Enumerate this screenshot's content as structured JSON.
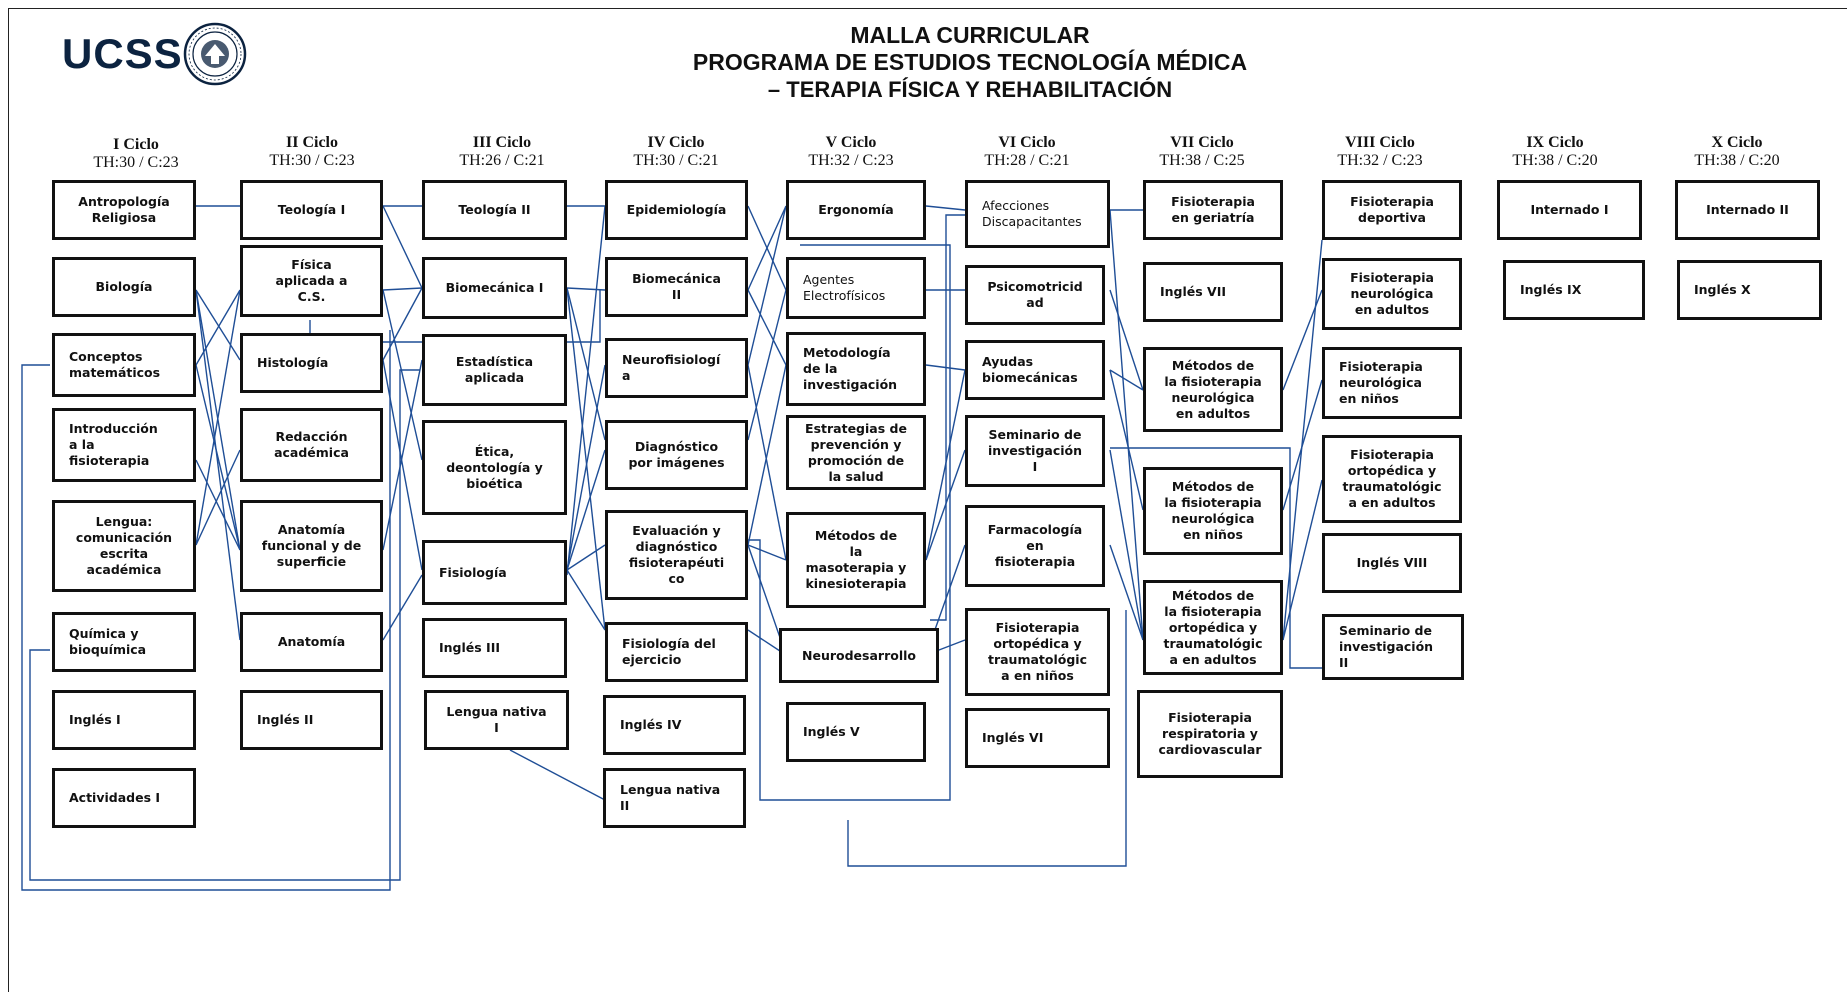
{
  "header": {
    "logo_text": "UCSS",
    "title_line1": "MALLA CURRICULAR",
    "title_line2": "PROGRAMA DE ESTUDIOS TECNOLOGÍA MÉDICA",
    "title_line3": "–      TERAPIA FÍSICA Y REHABILITACIÓN"
  },
  "colors": {
    "link": "#1f4e96",
    "border": "#111111",
    "logo": "#0c2340"
  },
  "cycles": [
    {
      "name": "I Ciclo",
      "hours": "TH:30 / C:23"
    },
    {
      "name": "II Ciclo",
      "hours": "TH:30 / C:23"
    },
    {
      "name": "III Ciclo",
      "hours": "TH:26 / C:21"
    },
    {
      "name": "IV Ciclo",
      "hours": "TH:30 / C:21"
    },
    {
      "name": "V Ciclo",
      "hours": "TH:32 / C:23"
    },
    {
      "name": "VI Ciclo",
      "hours": "TH:28 / C:21"
    },
    {
      "name": "VII Ciclo",
      "hours": "TH:38 / C:25"
    },
    {
      "name": "VIII Ciclo",
      "hours": "TH:32 / C:23"
    },
    {
      "name": "IX Ciclo",
      "hours": "TH:38 / C:20"
    },
    {
      "name": "X Ciclo",
      "hours": "TH:38 / C:20"
    }
  ],
  "courses": {
    "c1": [
      "Antropología\nReligiosa",
      "Biología",
      "Conceptos\nmatemáticos",
      "Introducción\na la\nfisioterapia",
      "Lengua:\ncomunicación\nescrita\nacadémica",
      "Química y\nbioquímica",
      "Inglés I",
      "Actividades I"
    ],
    "c2": [
      "Teología I",
      "Física\naplicada a\nC.S.",
      "Histología",
      "Redacción\nacadémica",
      "Anatomía\nfuncional y de\nsuperficie",
      "Anatomía",
      "Inglés II"
    ],
    "c3": [
      "Teología II",
      "Biomecánica I",
      "Estadística\naplicada",
      "Ética,\ndeontología y\nbioética",
      "Fisiología",
      "Inglés III",
      "Lengua nativa\nI"
    ],
    "c4": [
      "Epidemiología",
      "Biomecánica\nII",
      "Neurofisiologí\na",
      "Diagnóstico\npor imágenes",
      "Evaluación y\ndiagnóstico\nfisioterapéuti\nco",
      "Fisiología del\nejercicio",
      "Inglés IV",
      "Lengua nativa\nII"
    ],
    "c5": [
      "Ergonomía",
      "Agentes\nElectrofísicos",
      "Metodología\nde la\ninvestigación",
      "Estrategias de\nprevención y\npromoción de\nla salud",
      "Métodos de\nla\nmasoterapia y\nkinesioterapia",
      "Neurodesarrollo",
      "Inglés V"
    ],
    "c6": [
      "Afecciones\nDiscapacitantes",
      "Psicomotricid\nad",
      "Ayudas\nbiomecánicas",
      "Seminario de\ninvestigación\nI",
      "Farmacología\nen\nfisioterapia",
      "Fisioterapia\nortopédica y\ntraumatológic\na en niños",
      "Inglés VI"
    ],
    "c7": [
      "Fisioterapia\nen geriatría",
      "Inglés VII",
      "Métodos de\nla fisioterapia\nneurológica\nen adultos",
      "Métodos de\nla fisioterapia\nneurológica\nen niños",
      "Métodos de\nla fisioterapia\nortopédica y\ntraumatológic\na en adultos",
      "Fisioterapia\nrespiratoria y\ncardiovascular"
    ],
    "c8": [
      "Fisioterapia\ndeportiva",
      "Fisioterapia\nneurológica\nen adultos",
      "Fisioterapia\nneurológica\nen niños",
      "Fisioterapia\nortopédica y\ntraumatológic\na en adultos",
      "Inglés VIII",
      "Seminario de\ninvestigación\nII"
    ],
    "c9": [
      "Internado I",
      "Inglés IX"
    ],
    "c10": [
      "Internado II",
      "Inglés X"
    ]
  }
}
